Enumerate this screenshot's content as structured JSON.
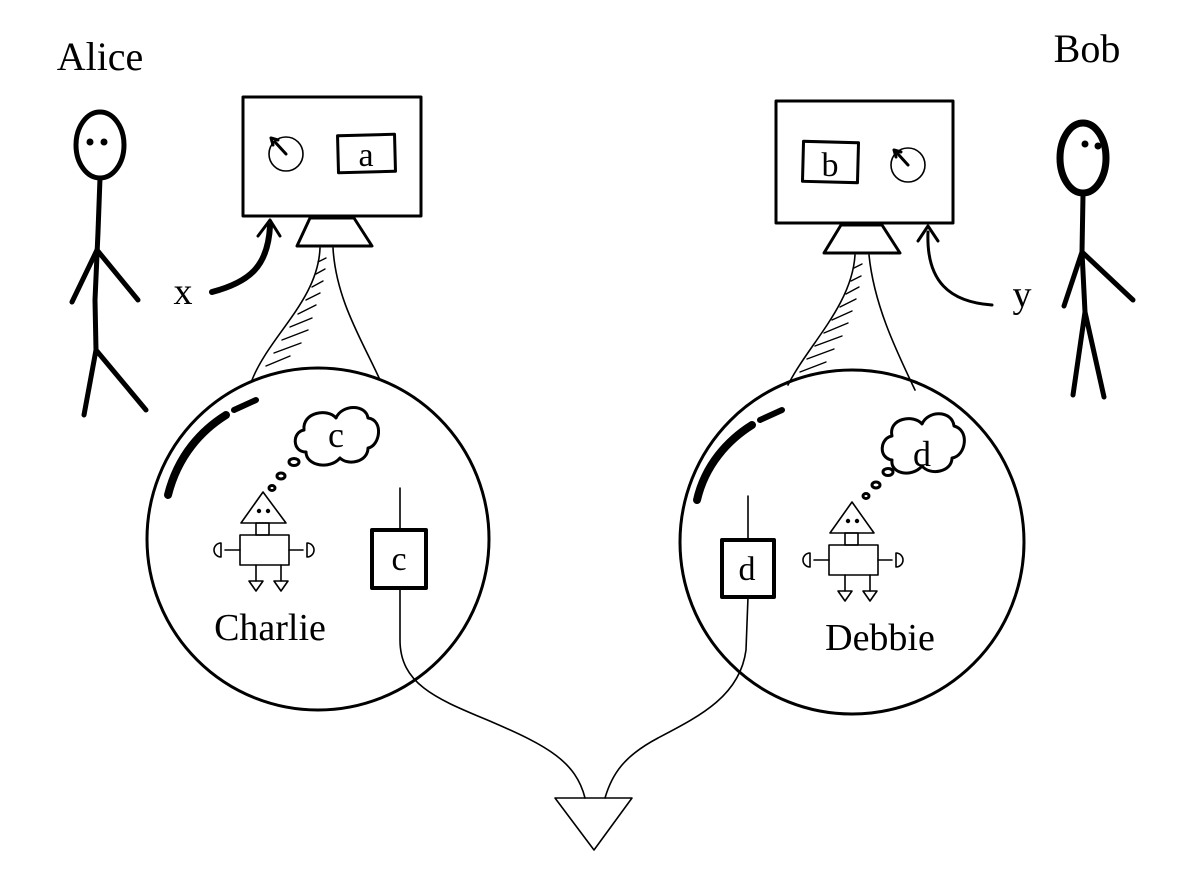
{
  "people": {
    "alice": "Alice",
    "bob": "Bob"
  },
  "inputs": {
    "x": "x",
    "y": "y"
  },
  "devices": {
    "left_output": "a",
    "right_output": "b"
  },
  "agents": {
    "charlie": {
      "name": "Charlie",
      "thought": "c",
      "box": "c"
    },
    "debbie": {
      "name": "Debbie",
      "thought": "d",
      "box": "d"
    }
  }
}
